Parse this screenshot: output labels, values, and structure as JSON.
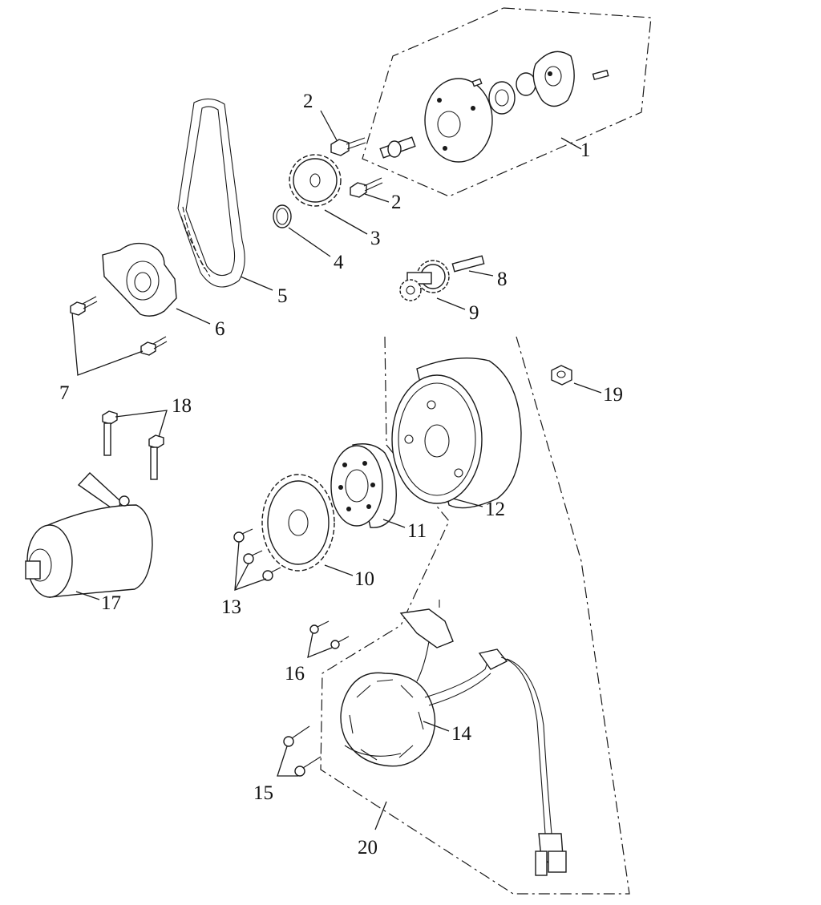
{
  "diagram": {
    "callouts": [
      {
        "id": "1",
        "text": "1"
      },
      {
        "id": "2a",
        "text": "2"
      },
      {
        "id": "2b",
        "text": "2"
      },
      {
        "id": "3",
        "text": "3"
      },
      {
        "id": "4",
        "text": "4"
      },
      {
        "id": "5",
        "text": "5"
      },
      {
        "id": "6",
        "text": "6"
      },
      {
        "id": "7",
        "text": "7"
      },
      {
        "id": "8",
        "text": "8"
      },
      {
        "id": "9",
        "text": "9"
      },
      {
        "id": "10",
        "text": "10"
      },
      {
        "id": "11",
        "text": "11"
      },
      {
        "id": "12",
        "text": "12"
      },
      {
        "id": "13",
        "text": "13"
      },
      {
        "id": "14",
        "text": "14"
      },
      {
        "id": "15",
        "text": "15"
      },
      {
        "id": "16",
        "text": "16"
      },
      {
        "id": "17",
        "text": "17"
      },
      {
        "id": "18",
        "text": "18"
      },
      {
        "id": "19",
        "text": "19"
      },
      {
        "id": "20",
        "text": "20"
      }
    ]
  }
}
